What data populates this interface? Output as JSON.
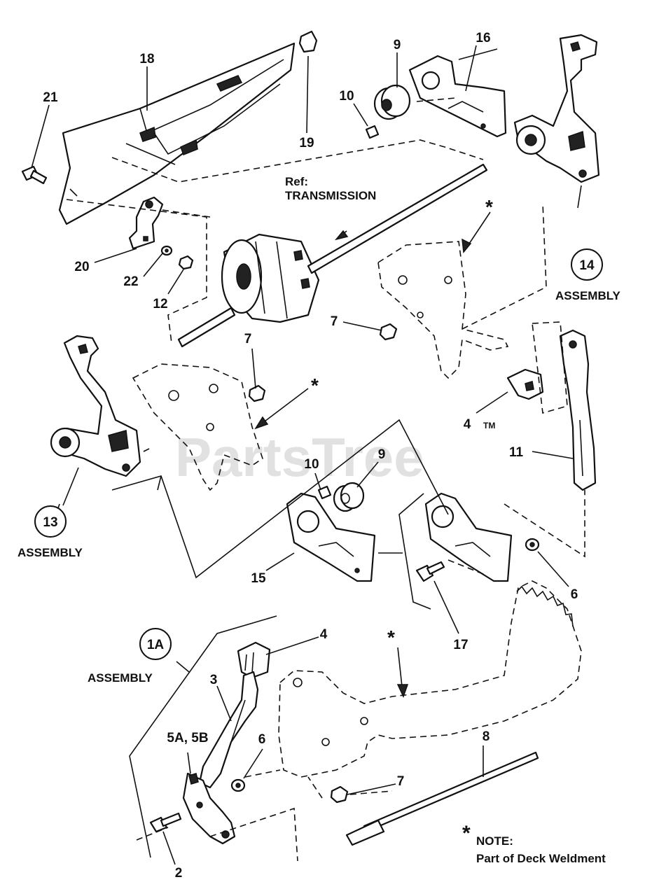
{
  "watermark": "PartsTree",
  "watermark_tm": "TM",
  "ref_label": "Ref:",
  "ref_value": "TRANSMISSION",
  "note_star": "*",
  "note_title": "NOTE:",
  "note_text": "Part of Deck Weldment",
  "assemblies": [
    {
      "id": "14",
      "label": "ASSEMBLY"
    },
    {
      "id": "13",
      "label": "ASSEMBLY"
    },
    {
      "id": "1A",
      "label": "ASSEMBLY"
    }
  ],
  "callouts": [
    "18",
    "21",
    "19",
    "9",
    "16",
    "10",
    "20",
    "22",
    "12",
    "7",
    "7",
    "4",
    "11",
    "13",
    "10",
    "9",
    "15",
    "17",
    "6",
    "4",
    "3",
    "5A, 5B",
    "6",
    "8",
    "7",
    "2"
  ],
  "stars": [
    "*",
    "*",
    "*"
  ]
}
